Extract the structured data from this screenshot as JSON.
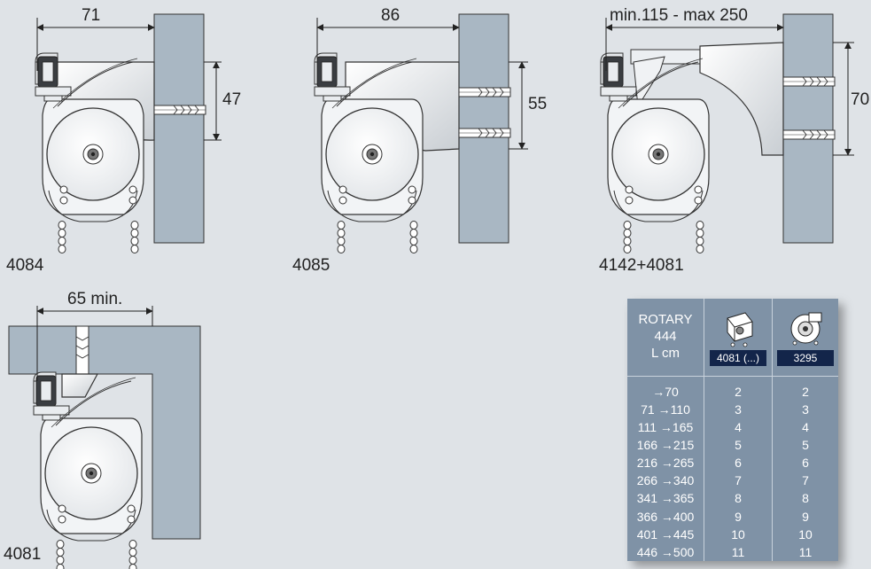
{
  "figures": [
    {
      "code": "4084",
      "dimensions": [
        "71",
        "47"
      ]
    },
    {
      "code": "4085",
      "dimensions": [
        "86",
        "55"
      ]
    },
    {
      "code": "4142+4081",
      "dimensions": [
        "min.115 - max 250",
        "70"
      ]
    },
    {
      "code": "4081",
      "dimensions": [
        "65 min."
      ]
    }
  ],
  "table": {
    "title_line1": "ROTARY 444",
    "title_line2": "L cm",
    "columns": [
      {
        "code": "4081 (...)",
        "icon": "bracket-icon"
      },
      {
        "code": "3295",
        "icon": "control-unit-icon"
      }
    ],
    "rows": [
      {
        "range": "→70",
        "a": "2",
        "b": "2"
      },
      {
        "range": "71 →110",
        "a": "3",
        "b": "3"
      },
      {
        "range": "111 →165",
        "a": "4",
        "b": "4"
      },
      {
        "range": "166 →215",
        "a": "5",
        "b": "5"
      },
      {
        "range": "216 →265",
        "a": "6",
        "b": "6"
      },
      {
        "range": "266 →340",
        "a": "7",
        "b": "7"
      },
      {
        "range": "341 →365",
        "a": "8",
        "b": "8"
      },
      {
        "range": "366 →400",
        "a": "9",
        "b": "9"
      },
      {
        "range": "401 →445",
        "a": "10",
        "b": "10"
      },
      {
        "range": "446 →500",
        "a": "11",
        "b": "11"
      }
    ]
  }
}
